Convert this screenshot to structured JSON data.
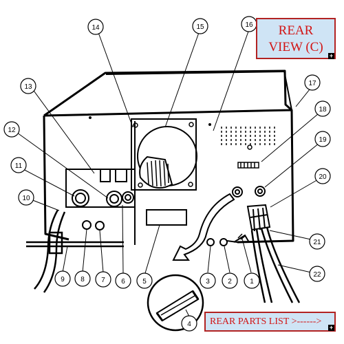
{
  "title_box": {
    "line1": "REAR",
    "line2": "VIEW (C)"
  },
  "parts_button": {
    "label": "REAR PARTS LIST >------>"
  },
  "expand_icon": "+",
  "callouts": [
    "1",
    "2",
    "3",
    "4",
    "5",
    "6",
    "7",
    "8",
    "9",
    "10",
    "11",
    "12",
    "13",
    "14",
    "15",
    "16",
    "17",
    "18",
    "19",
    "20",
    "21",
    "22"
  ],
  "colors": {
    "title_text": "#d21414",
    "box_fill": "#cfe4f5",
    "box_border": "#b22222"
  }
}
